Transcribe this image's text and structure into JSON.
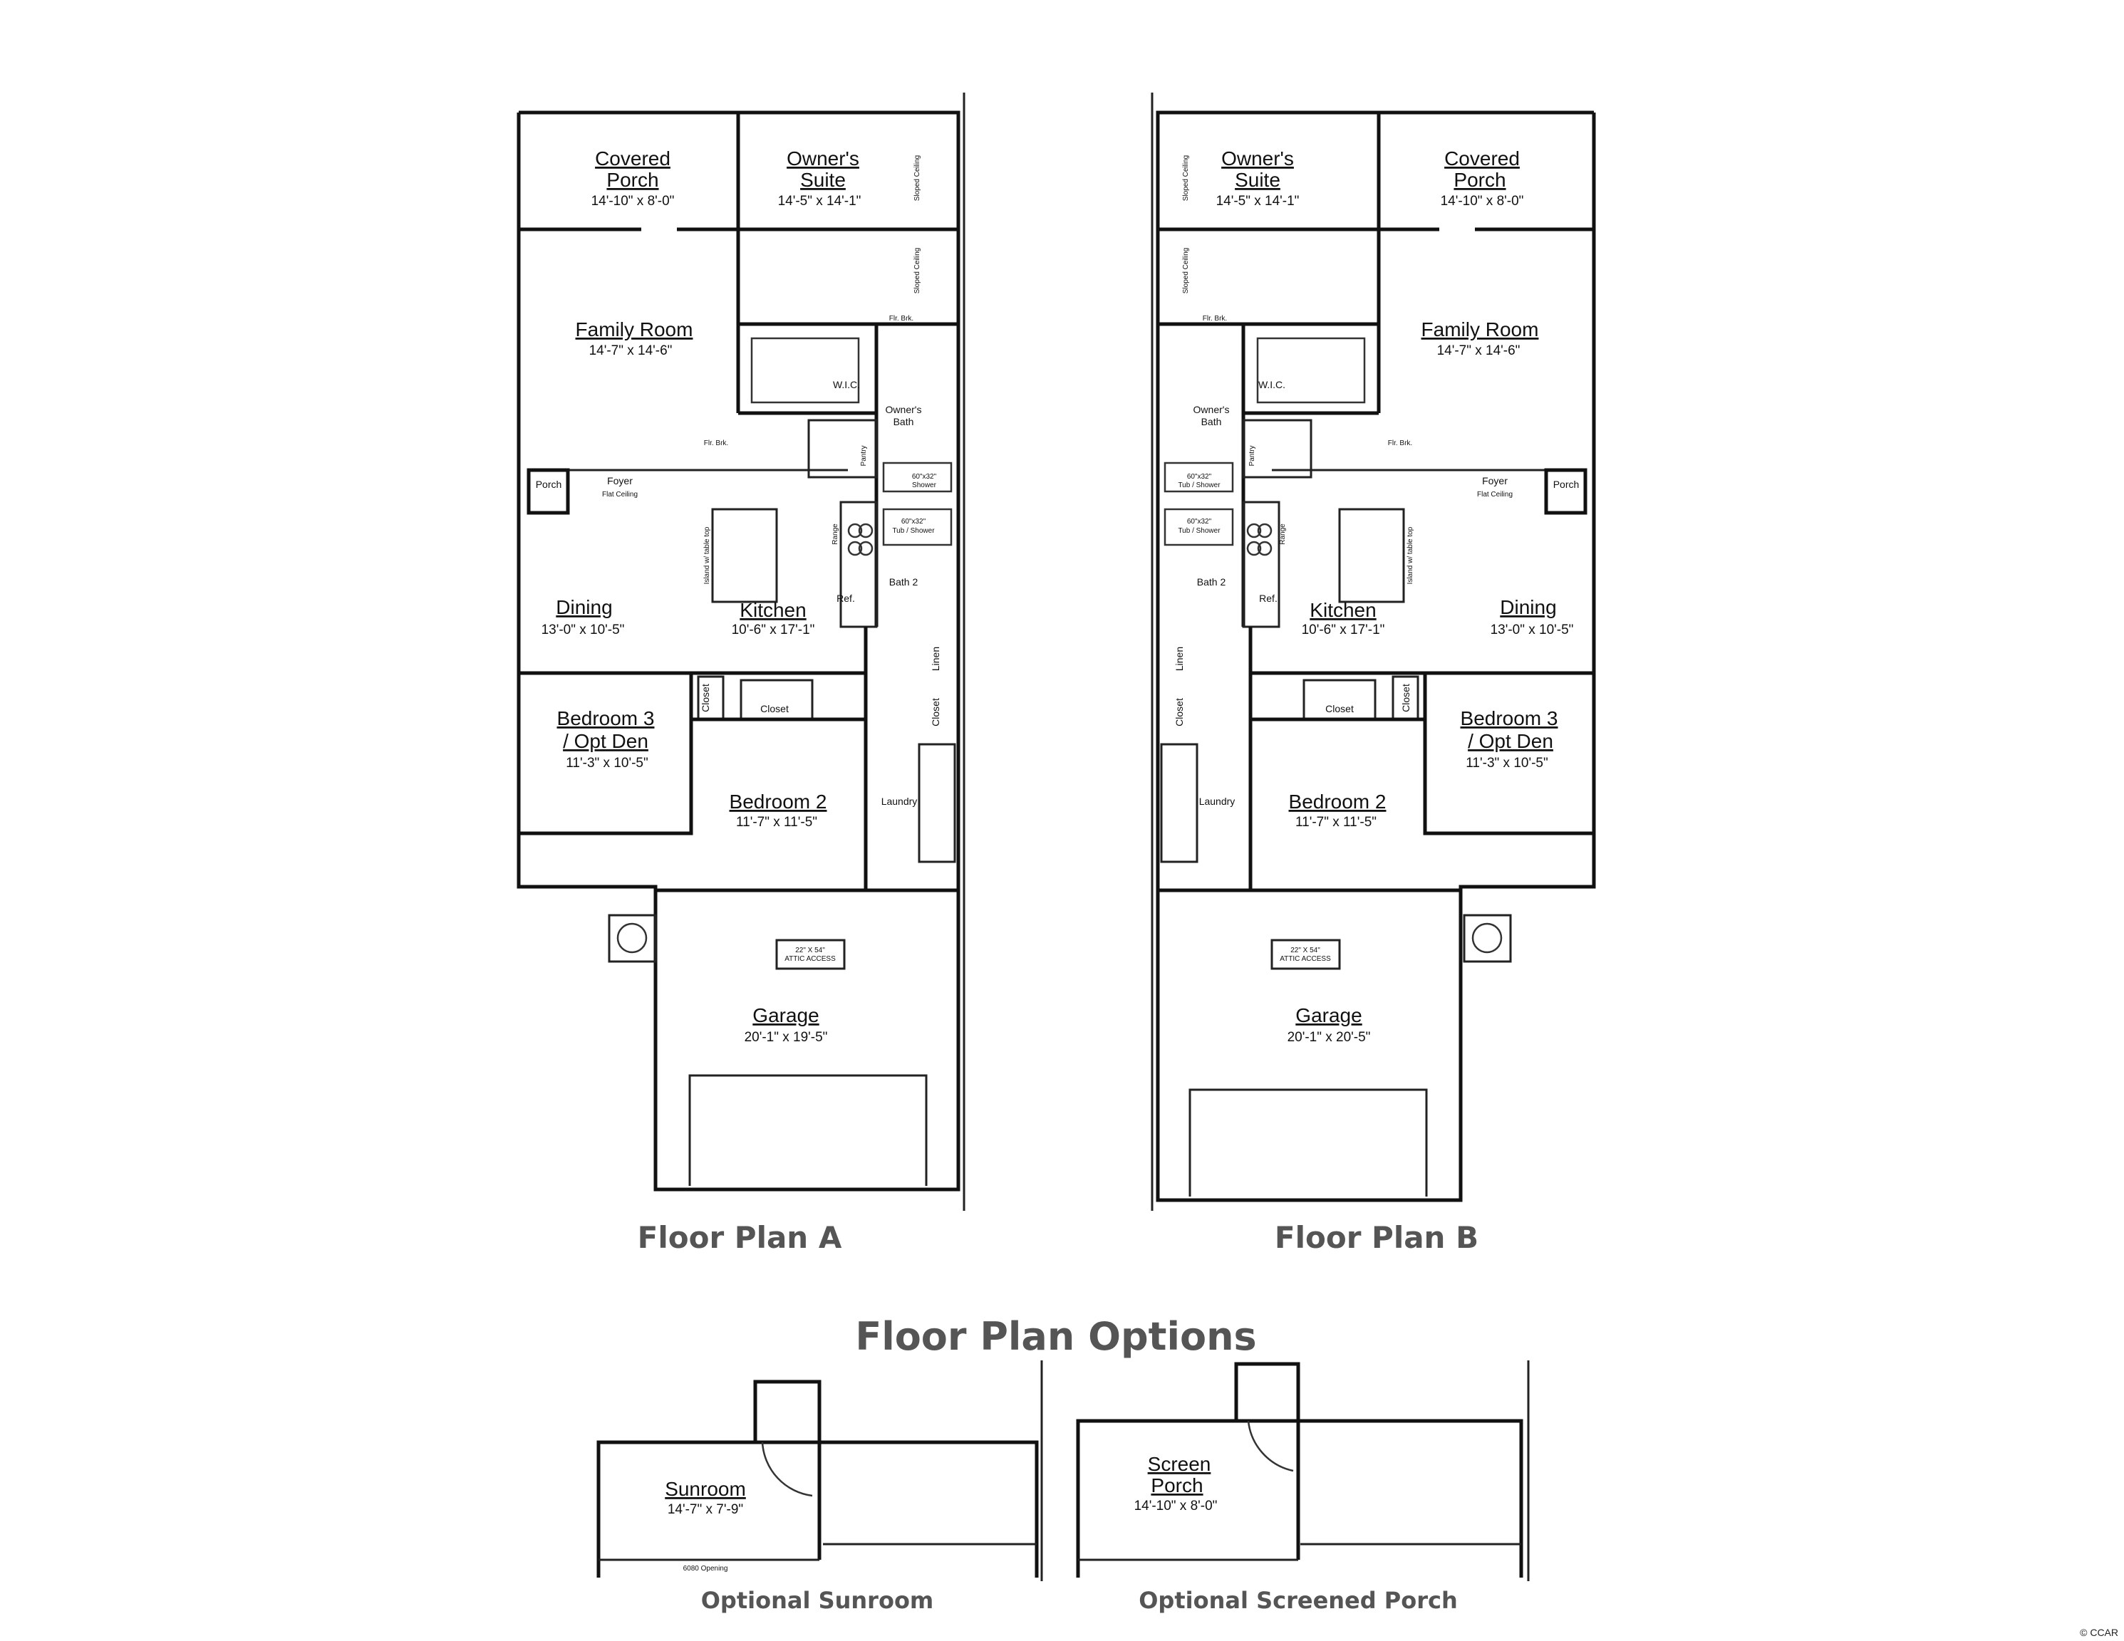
{
  "plan_a": {
    "caption": "Floor Plan A",
    "rooms": {
      "covered_porch": {
        "name": [
          "Covered",
          "Porch"
        ],
        "dim": "14'-10\" x 8'-0\""
      },
      "owners_suite": {
        "name": [
          "Owner's",
          "Suite"
        ],
        "dim": "14'-5\" x 14'-1\""
      },
      "family_room": {
        "name": "Family Room",
        "dim": "14'-7\" x 14'-6\""
      },
      "foyer": {
        "name": "Foyer",
        "note": "Flat Ceiling"
      },
      "porch": "Porch",
      "dining": {
        "name": "Dining",
        "dim": "13'-0\" x 10'-5\""
      },
      "kitchen": {
        "name": "Kitchen",
        "dim": "10'-6\" x 17'-1\""
      },
      "bedroom_3": {
        "name": [
          "Bedroom 3",
          "/ Opt Den"
        ],
        "dim": "11'-3\" x 10'-5\""
      },
      "bedroom_2": {
        "name": "Bedroom 2",
        "dim": "11'-7\" x 11'-5\""
      },
      "garage": {
        "name": "Garage",
        "dim": "20'-1\" x 19'-5\""
      }
    }
  },
  "plan_b": {
    "caption": "Floor Plan B",
    "rooms": {
      "covered_porch": {
        "name": [
          "Covered",
          "Porch"
        ],
        "dim": "14'-10\" x 8'-0\""
      },
      "owners_suite": {
        "name": [
          "Owner's",
          "Suite"
        ],
        "dim": "14'-5\" x 14'-1\""
      },
      "family_room": {
        "name": "Family Room",
        "dim": "14'-7\" x 14'-6\""
      },
      "foyer": {
        "name": "Foyer",
        "note": "Flat Ceiling"
      },
      "porch": "Porch",
      "dining": {
        "name": "Dining",
        "dim": "13'-0\" x 10'-5\""
      },
      "kitchen": {
        "name": "Kitchen",
        "dim": "10'-6\" x 17'-1\""
      },
      "bedroom_3": {
        "name": [
          "Bedroom 3",
          "/ Opt Den"
        ],
        "dim": "11'-3\" x 10'-5\""
      },
      "bedroom_2": {
        "name": "Bedroom 2",
        "dim": "11'-7\" x 11'-5\""
      },
      "garage": {
        "name": "Garage",
        "dim": "20'-1\" x 20'-5\""
      }
    }
  },
  "small_labels": {
    "wic": "W.I.C.",
    "owners_bath": [
      "Owner's",
      "Bath"
    ],
    "bath_2": "Bath 2",
    "laundry": "Laundry",
    "closet": "Closet",
    "linen": "Linen",
    "pantry": "Pantry",
    "flr_brk": "Flr. Brk.",
    "sloped_ceiling": "Sloped Ceiling",
    "range": "Range",
    "ref": "Ref.",
    "island": "Island w/ table top",
    "tub_shower": [
      "60\"x32\"",
      "Tub / Shower"
    ],
    "shower": [
      "60\"x32\"",
      "Shower"
    ],
    "attic_a": [
      "22\" X 54\"",
      "ATTIC ACCESS"
    ],
    "attic_b": [
      "22\" X 54\"",
      "ATTIC ACCESS"
    ]
  },
  "options": {
    "title": "Floor Plan Options",
    "sunroom": {
      "name": "Sunroom",
      "dim": "14'-7\" x 7'-9\"",
      "opening": "6080 Opening",
      "caption": "Optional Sunroom"
    },
    "screen_porch": {
      "name": [
        "Screen",
        "Porch"
      ],
      "dim": "14'-10\" x 8'-0\"",
      "caption": "Optional Screened Porch"
    }
  },
  "badge": "© CCAR"
}
